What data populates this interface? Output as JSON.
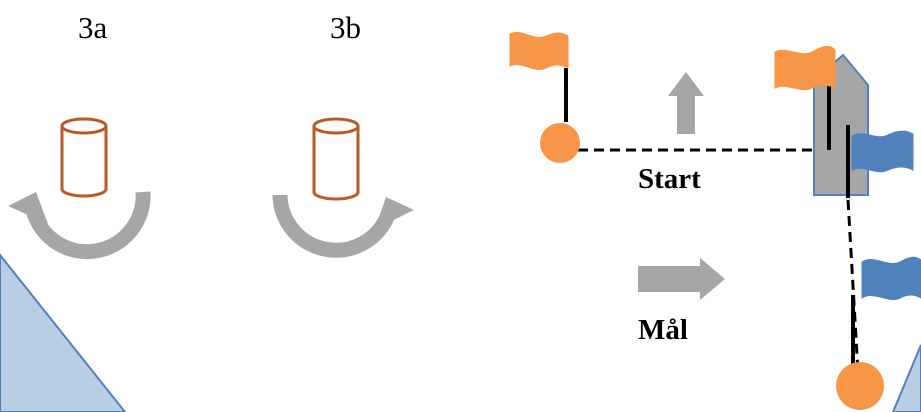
{
  "marks": {
    "mark_3a": "3a",
    "mark_3b": "3b"
  },
  "course": {
    "start_label": "Start",
    "finish_label": "Mål"
  },
  "colors": {
    "buoy_stroke": "#b85c22",
    "rounding_arrow": "#a6a6a6",
    "flag_orange": "#f79646",
    "flag_blue": "#4f81bd",
    "boat_fill": "#a6a6a6",
    "boat_stroke": "#4f81bd",
    "sail_fill": "#b9cde5",
    "sail_stroke": "#4f81bd",
    "line": "#000000"
  },
  "icons": {
    "buoy": "cylinder-buoy-icon",
    "rounding_ccw": "curved-arrow-left-icon",
    "rounding_cw": "curved-arrow-right-icon",
    "wind_up": "arrow-up-icon",
    "wind_right": "arrow-right-icon",
    "flag_orange": "orange-flag-icon",
    "flag_blue": "blue-flag-icon",
    "committee_boat": "committee-boat-icon"
  }
}
